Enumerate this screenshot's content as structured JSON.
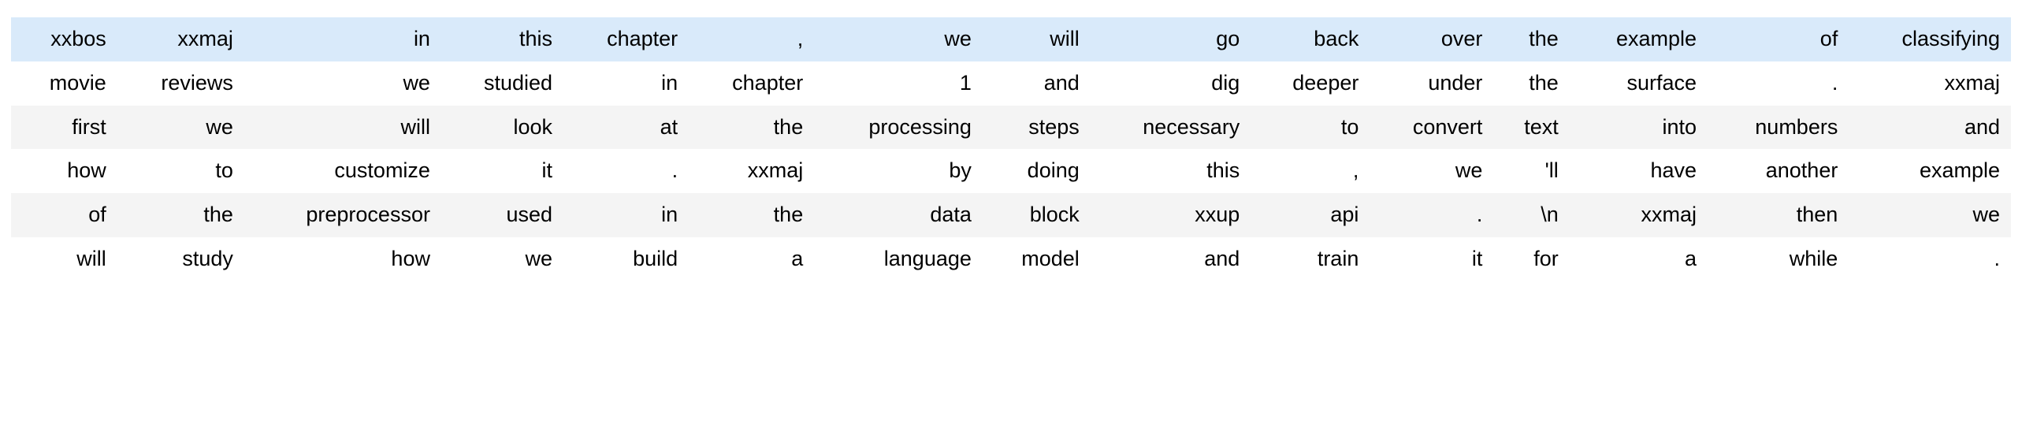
{
  "table": {
    "row_styles": [
      "highlight",
      "odd",
      "even",
      "odd",
      "even",
      "odd"
    ],
    "colors": {
      "highlight_row_bg": "#d9eafa",
      "even_row_bg": "#f4f4f4",
      "odd_row_bg": "#ffffff",
      "page_bg": "#ffffff",
      "text": "#000000"
    },
    "rows": [
      [
        "xxbos",
        "xxmaj",
        "in",
        "this",
        "chapter",
        ",",
        "we",
        "will",
        "go",
        "back",
        "over",
        "the",
        "example",
        "of",
        "classifying"
      ],
      [
        "movie",
        "reviews",
        "we",
        "studied",
        "in",
        "chapter",
        "1",
        "and",
        "dig",
        "deeper",
        "under",
        "the",
        "surface",
        ".",
        "xxmaj"
      ],
      [
        "first",
        "we",
        "will",
        "look",
        "at",
        "the",
        "processing",
        "steps",
        "necessary",
        "to",
        "convert",
        "text",
        "into",
        "numbers",
        "and"
      ],
      [
        "how",
        "to",
        "customize",
        "it",
        ".",
        "xxmaj",
        "by",
        "doing",
        "this",
        ",",
        "we",
        "'ll",
        "have",
        "another",
        "example"
      ],
      [
        "of",
        "the",
        "preprocessor",
        "used",
        "in",
        "the",
        "data",
        "block",
        "xxup",
        "api",
        ".",
        "\\n",
        "xxmaj",
        "then",
        "we"
      ],
      [
        "will",
        "study",
        "how",
        "we",
        "build",
        "a",
        "language",
        "model",
        "and",
        "train",
        "it",
        "for",
        "a",
        "while",
        "."
      ]
    ]
  }
}
